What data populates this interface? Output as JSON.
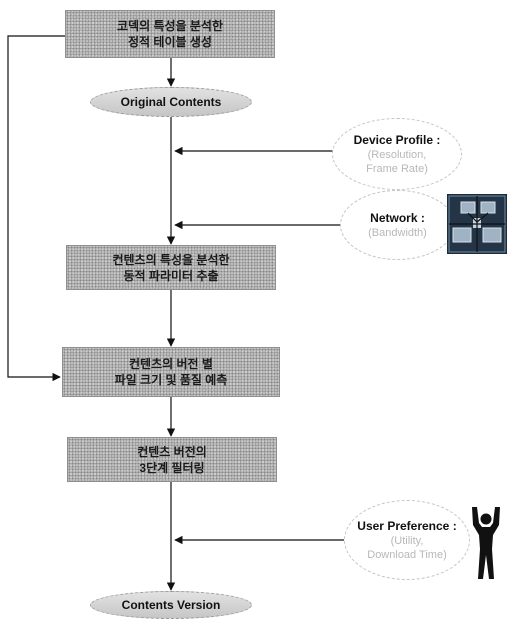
{
  "boxes": {
    "box1": {
      "line1": "코덱의 특성을 분석한",
      "line2": "정적 테이블 생성"
    },
    "box2": {
      "line1": "컨텐츠의 특성을 분석한",
      "line2": "동적 파라미터 추출"
    },
    "box3": {
      "line1": "컨텐츠의 버전 별",
      "line2": "파일 크기 및 품질 예측"
    },
    "box4": {
      "line1": "컨텐츠 버전의",
      "line2": "3단계 필터링"
    }
  },
  "terminals": {
    "start": "Original Contents",
    "end": "Contents Version"
  },
  "inputs": {
    "device": {
      "title": "Device Profile :",
      "sub1": "(Resolution,",
      "sub2": "Frame Rate)"
    },
    "network": {
      "title": "Network :",
      "sub1": "(Bandwidth)"
    },
    "user": {
      "title": "User Preference :",
      "sub1": "(Utility,",
      "sub2": "Download Time)"
    }
  },
  "icons": {
    "network": "network-computers-icon",
    "user": "person-arms-raised-icon"
  },
  "colors": {
    "box_fill": "#bdbdbd",
    "line": "#111111",
    "sub_text": "#b8b8b8"
  }
}
